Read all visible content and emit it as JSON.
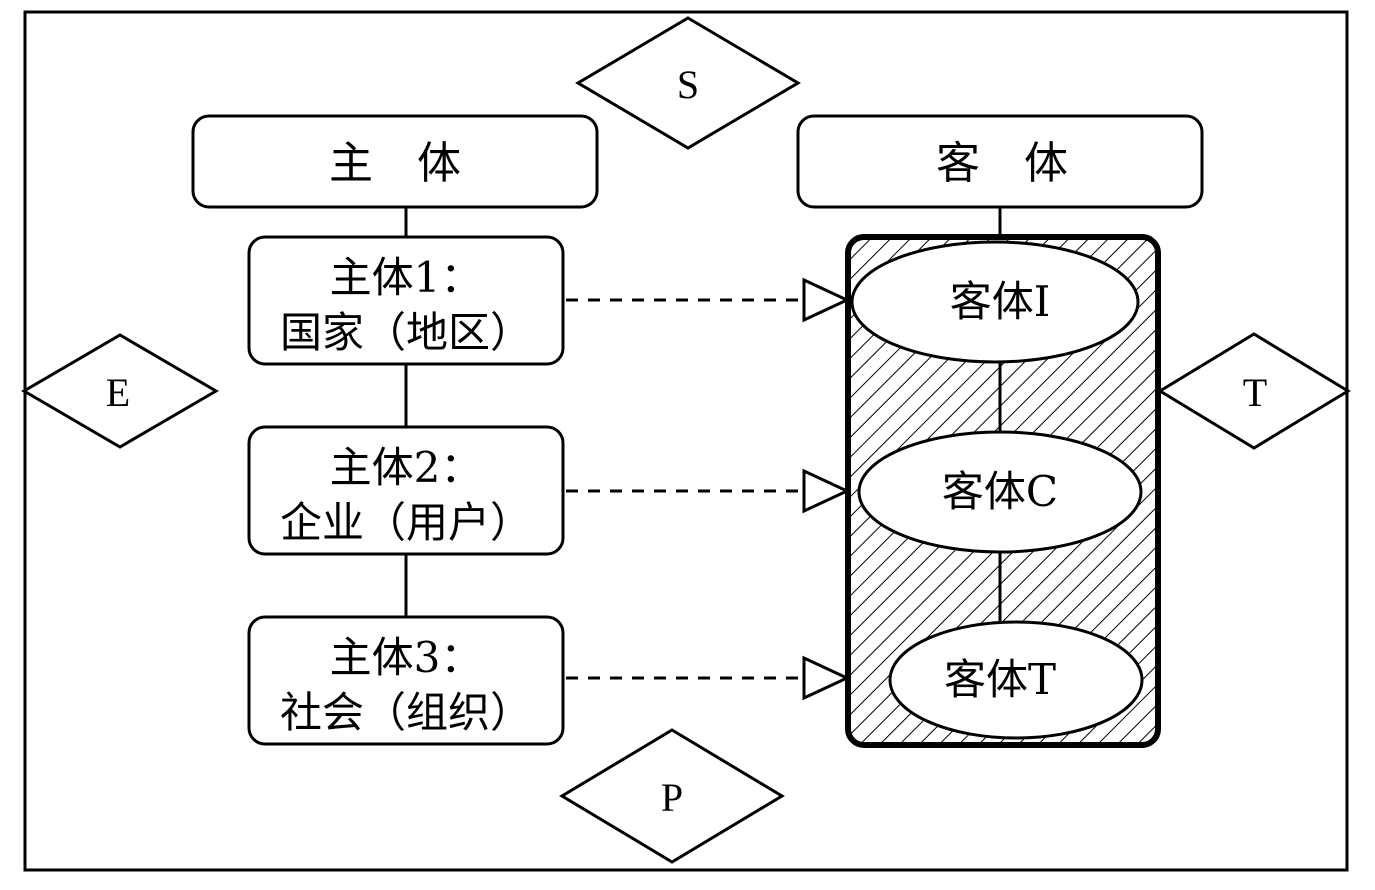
{
  "diamonds": {
    "S": "S",
    "E": "E",
    "T": "T",
    "P": "P"
  },
  "subject": {
    "title": "主　体",
    "items": [
      {
        "line1": "主体1：",
        "line2": "国家（地区）"
      },
      {
        "line1": "主体2：",
        "line2": "企业（用户）"
      },
      {
        "line1": "主体3：",
        "line2": "社会（组织）"
      }
    ]
  },
  "object": {
    "title": "客　体",
    "items": [
      {
        "label": "客体I"
      },
      {
        "label": "客体C"
      },
      {
        "label": "客体T"
      }
    ]
  },
  "colors": {
    "stroke": "#000000",
    "background": "#ffffff"
  }
}
